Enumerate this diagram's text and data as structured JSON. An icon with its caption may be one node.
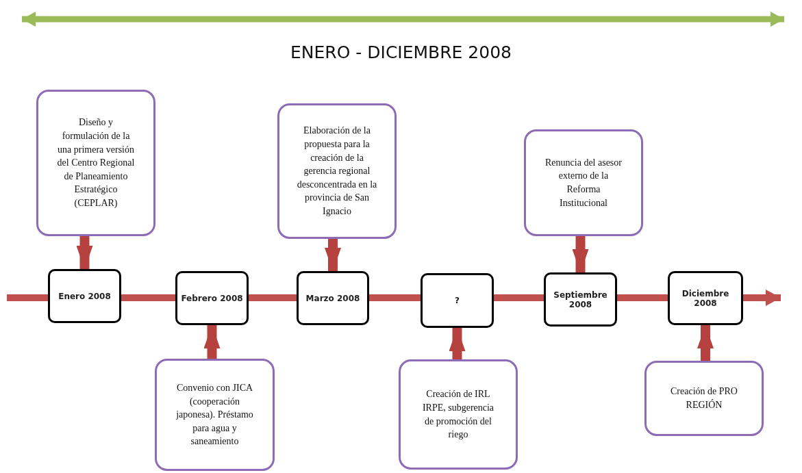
{
  "diagram": {
    "title": "ENERO  - DICIEMBRE 2008",
    "nodes": [
      {
        "text": [
          "Enero 2008"
        ]
      },
      {
        "text": [
          "Febrero 2008"
        ]
      },
      {
        "text": [
          "Marzo 2008"
        ]
      },
      {
        "text": [
          "?"
        ]
      },
      {
        "text": [
          "Septiembre 2008"
        ]
      },
      {
        "text": [
          "Diciembre 2008"
        ]
      },
      {
        "text": [
          "Diseño y formulación de la una primera versión del Centro Regional de Planeamiento Estratégico (CEPLAR)"
        ]
      },
      {
        "text": [
          "Convenio con JICA (cooperación japonesa). Préstamo para agua y saneamiento"
        ]
      },
      {
        "text": [
          "Elaboración de la propuesta para la creación de la gerencia regional desconcentrada en la provincia de San Ignacio"
        ]
      },
      {
        "text": [
          "Creación de IRL IRPE, subgerencia de promoción del riego"
        ]
      },
      {
        "text": [
          "Renuncia del asesor externo de la Reforma Institucional"
        ]
      },
      {
        "text": [
          "Creación de PRO REGIÓN"
        ]
      }
    ],
    "edges": [
      {
        "from": 6,
        "to": 0,
        "arrow": "to"
      },
      {
        "from": 7,
        "to": 1,
        "arrow": "to"
      },
      {
        "from": 8,
        "to": 2,
        "arrow": "to"
      },
      {
        "from": 9,
        "to": 3,
        "arrow": "to"
      },
      {
        "from": 10,
        "to": 4,
        "arrow": "to"
      },
      {
        "from": 11,
        "to": 5,
        "arrow": "to"
      }
    ]
  }
}
